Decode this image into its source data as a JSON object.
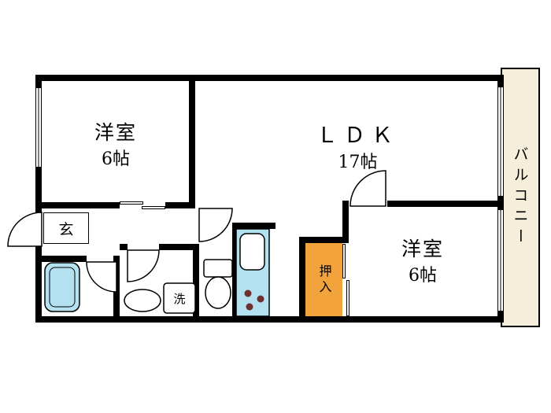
{
  "rooms": {
    "bedroom1": {
      "name": "洋室",
      "size": "6帖"
    },
    "ldk": {
      "name": "ＬＤＫ",
      "size": "17帖"
    },
    "bedroom2": {
      "name": "洋室",
      "size": "6帖"
    },
    "balcony": {
      "label": "バルコニー"
    },
    "entrance": {
      "label": "玄"
    },
    "closet": {
      "label": "押入"
    },
    "laundry": {
      "label": "洗"
    }
  },
  "colors": {
    "wall": "#000000",
    "water_fixture": "#b4e1f0",
    "closet_fill": "#f2a33c",
    "balcony_fill": "#f4eedb",
    "burner_dot": "#6e2f2f",
    "background": "#ffffff"
  }
}
